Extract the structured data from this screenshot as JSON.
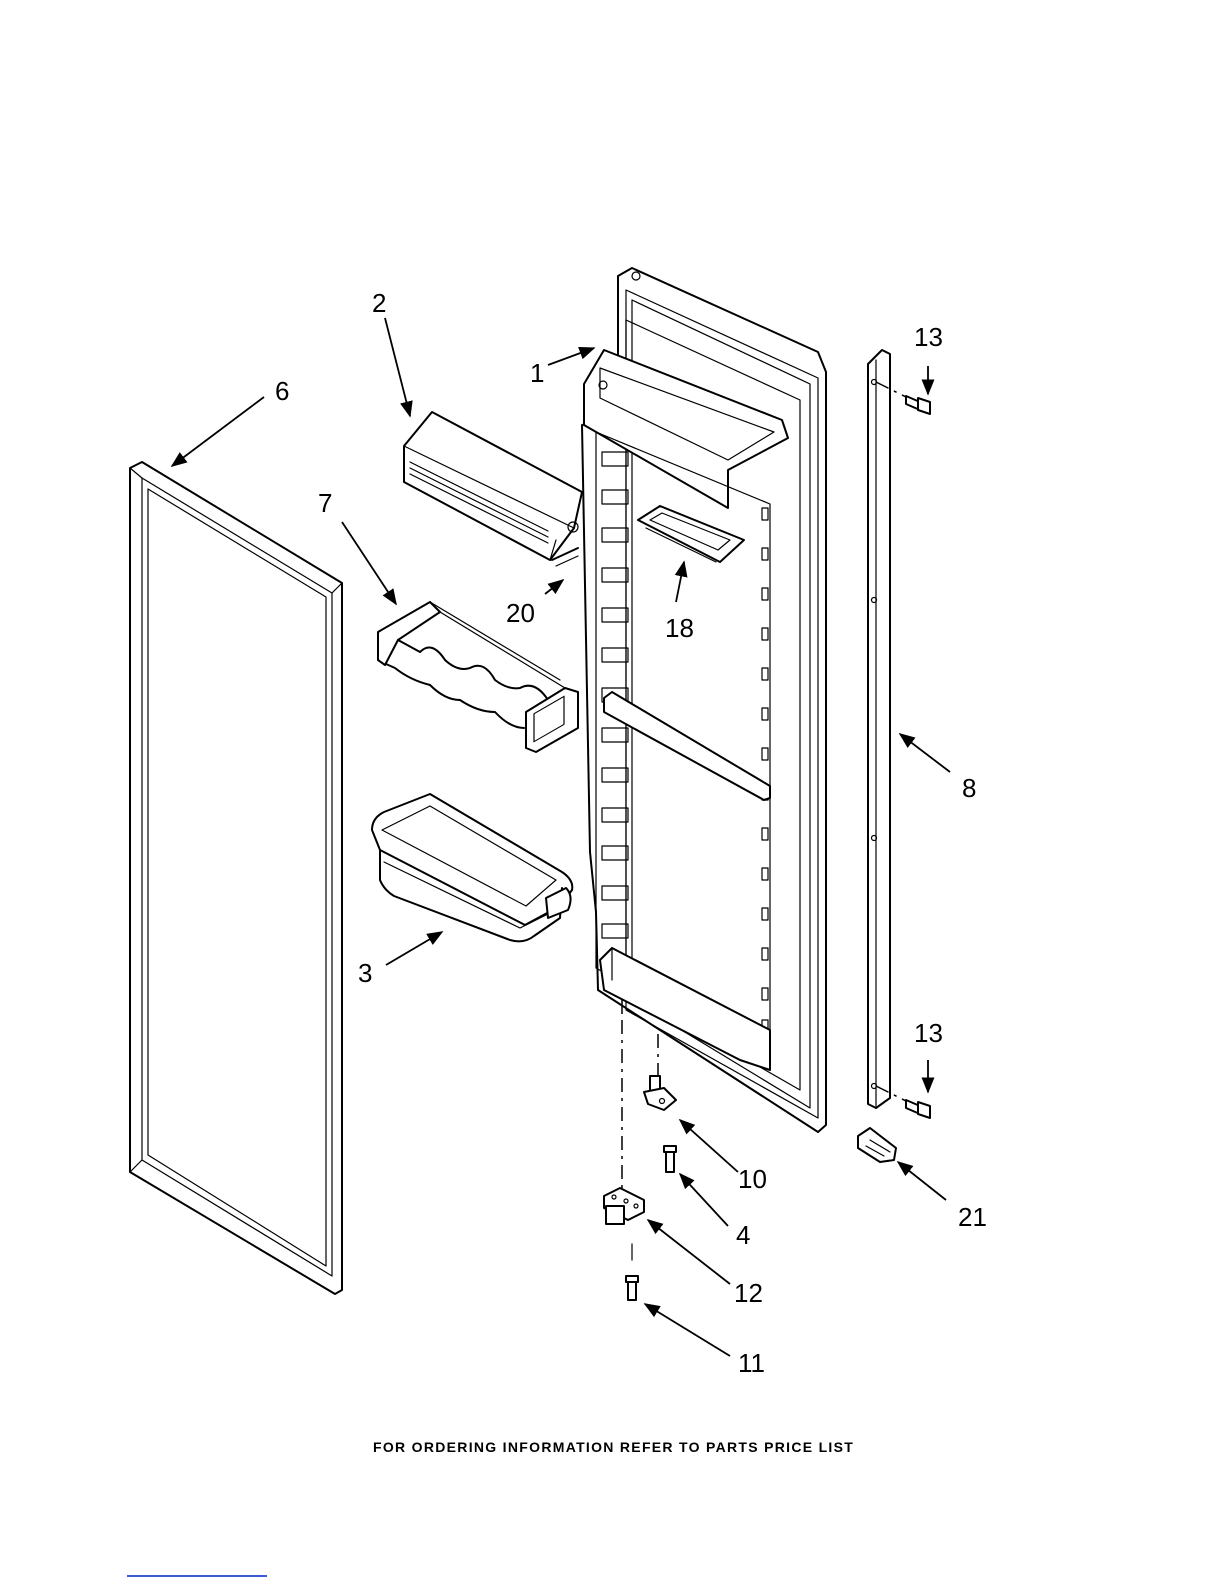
{
  "callouts": {
    "c1": "1",
    "c2": "2",
    "c3": "3",
    "c4": "4",
    "c6": "6",
    "c7": "7",
    "c8": "8",
    "c10": "10",
    "c11": "11",
    "c12": "12",
    "c13a": "13",
    "c13b": "13",
    "c18": "18",
    "c20": "20",
    "c21": "21"
  },
  "footer": "FOR ORDERING INFORMATION REFER TO PARTS PRICE LIST"
}
